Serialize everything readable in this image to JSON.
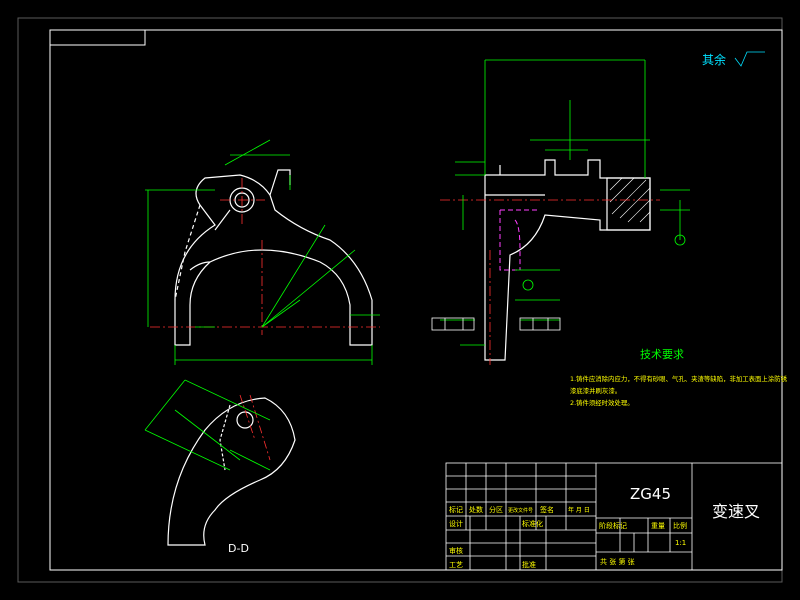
{
  "drawing": {
    "material": "ZG45",
    "part_name": "变速叉",
    "surface_note": "其余",
    "section_label": "D-D",
    "tech_req_title": "技术要求",
    "tech_req_lines": [
      "1.铸件应消除内应力，不得有砂眼、气孔、夹渣等缺陷，非加工表面上涂防锈",
      "漆底漆并刷灰漆。",
      "2.铸件须经时效处理。"
    ]
  },
  "title_block": {
    "row_mark": [
      "标记",
      "处数",
      "分区",
      "更改文件号",
      "签名",
      "年 月 日"
    ],
    "design": "设计",
    "standardize": "标准化",
    "stage_mark": "阶段标记",
    "weight": "重量",
    "scale": "比例",
    "review": "审核",
    "process": "工艺",
    "approve": "批准",
    "scale_value": "1:1",
    "sheet_text": "共 张 第 张"
  },
  "colors": {
    "background": "#000000",
    "frame": "#ffffff",
    "part": "#ffffff",
    "dimension": "#00ff00",
    "center": "#ff3030",
    "hidden": "#ff40ff",
    "note": "#ffff00",
    "cyan": "#00e0ff"
  }
}
